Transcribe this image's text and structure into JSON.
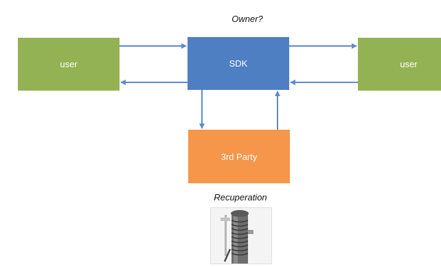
{
  "labels": {
    "owner": "Owner?",
    "recuperation": "Recuperation"
  },
  "nodes": {
    "user_left": "user",
    "sdk": "SDK",
    "user_right": "user",
    "third_party": "3rd Party"
  },
  "image": {
    "icon": "coiled-cylinder-device-photo"
  },
  "colors": {
    "user": "#93b254",
    "sdk": "#4f7fc3",
    "third_party": "#f5964a",
    "arrow": "#5b8ad0"
  }
}
